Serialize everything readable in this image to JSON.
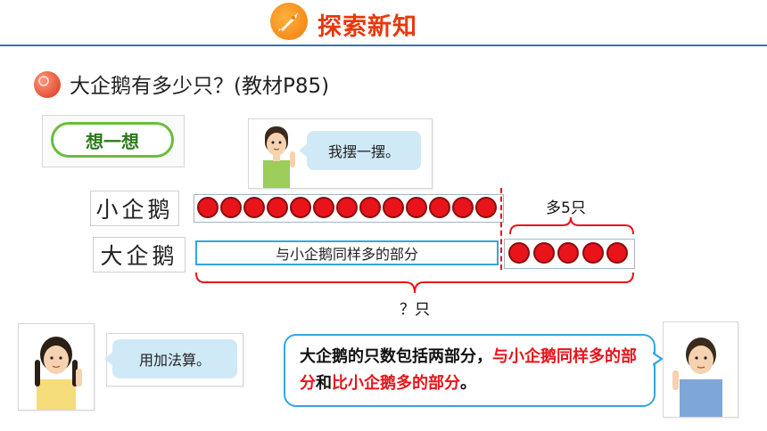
{
  "header": {
    "title": "探索新知",
    "logo_icon": "rocket-icon"
  },
  "question": {
    "text": "大企鹅有多少只？(教材P85)",
    "icon": "ball-icon"
  },
  "think_badge": {
    "label": "想一想"
  },
  "bubble_top": {
    "text": "我摆一摆。"
  },
  "small_penguin": {
    "label": "小企鹅",
    "count": 13
  },
  "big_penguin": {
    "label": "大企鹅",
    "extra_count": 5,
    "same_part_text": "与小企鹅同样多的部分"
  },
  "more_label": "多5只",
  "total_label": "？只",
  "bubble_bottom": {
    "text": "用加法算。"
  },
  "explanation": {
    "part1": "大企鹅的只数包括两部分，",
    "part2": "与小企鹅同样多的部分",
    "part3": "和",
    "part4": "比小企鹅多的部分",
    "part5": "。"
  },
  "colors": {
    "accent": "#e8380d",
    "dot_red": "#e8141a",
    "frame_blue": "#34a6e0",
    "header_line": "#2f79b8",
    "badge_green": "#6cbd3a"
  }
}
